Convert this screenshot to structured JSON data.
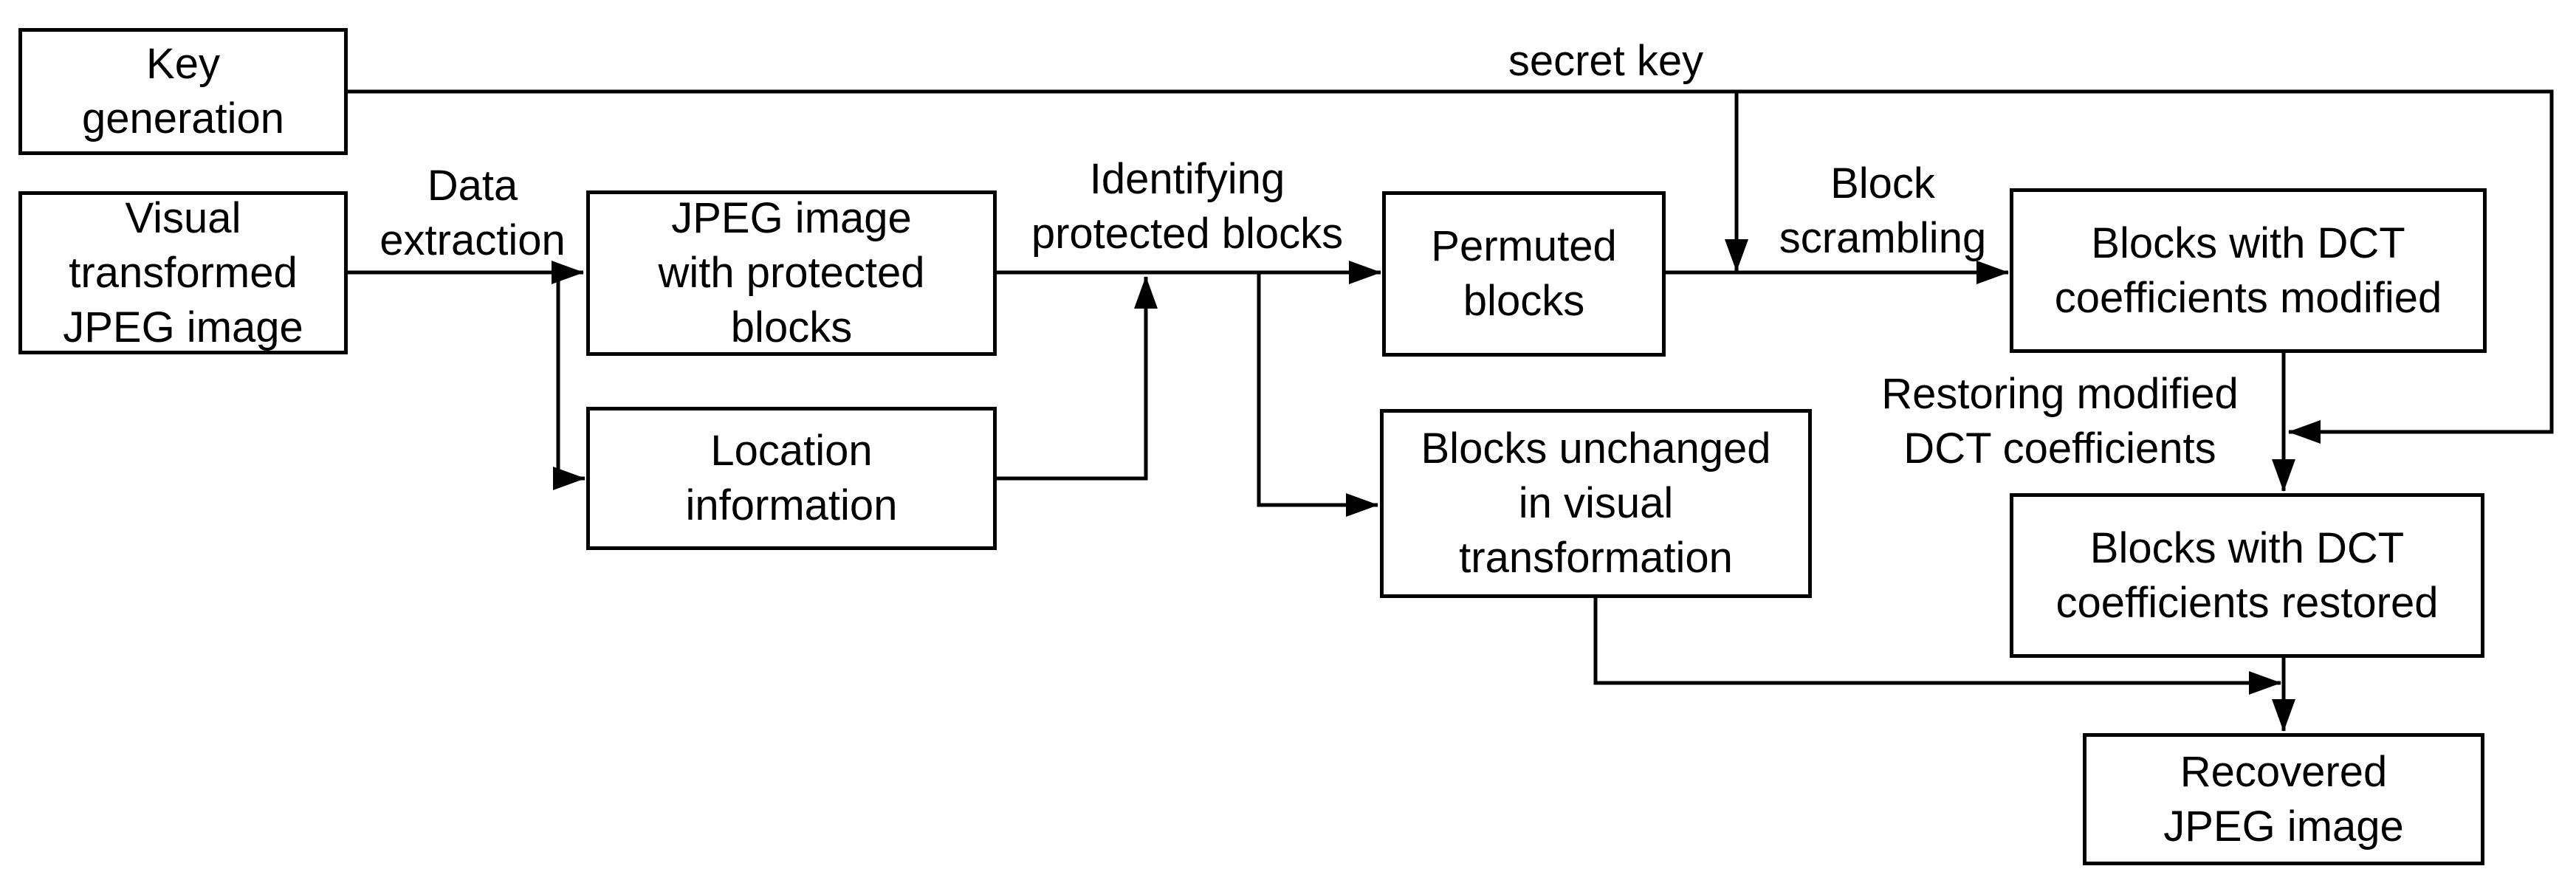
{
  "colors": {
    "background": "#ffffff",
    "stroke": "#000000",
    "text": "#000000"
  },
  "boxes": {
    "key_generation": {
      "lines": [
        "Key",
        "generation"
      ]
    },
    "visual_transformed": {
      "lines": [
        "Visual",
        "transformed",
        "JPEG image"
      ]
    },
    "jpeg_protected": {
      "lines": [
        "JPEG image",
        "with protected",
        "blocks"
      ]
    },
    "location_information": {
      "lines": [
        "Location",
        "information"
      ]
    },
    "permuted_blocks": {
      "lines": [
        "Permuted",
        "blocks"
      ]
    },
    "blocks_unchanged": {
      "lines": [
        "Blocks unchanged",
        "in visual",
        "transformation"
      ]
    },
    "dct_modified": {
      "lines": [
        "Blocks with DCT",
        "coefficients modified"
      ]
    },
    "dct_restored": {
      "lines": [
        "Blocks with DCT",
        "coefficients restored"
      ]
    },
    "recovered_jpeg": {
      "lines": [
        "Recovered",
        "JPEG image"
      ]
    }
  },
  "labels": {
    "secret_key": {
      "lines": [
        "secret key"
      ]
    },
    "data_extraction": {
      "lines": [
        "Data",
        "extraction"
      ]
    },
    "identifying_protected": {
      "lines": [
        "Identifying",
        "protected blocks"
      ]
    },
    "block_scrambling": {
      "lines": [
        "Block",
        "scrambling"
      ]
    },
    "restoring_modified": {
      "lines": [
        "Restoring modified",
        "DCT coefficients"
      ]
    }
  },
  "edges": [
    {
      "from": "key_generation",
      "to": "block_scrambling_step",
      "label": "secret key"
    },
    {
      "from": "key_generation",
      "to": "restoring_step",
      "label": "secret key"
    },
    {
      "from": "visual_transformed",
      "to": "jpeg_protected",
      "label": "Data extraction"
    },
    {
      "from": "visual_transformed",
      "to": "location_information",
      "label": "Data extraction"
    },
    {
      "from": "jpeg_protected",
      "to": "permuted_blocks",
      "label": "Identifying protected blocks"
    },
    {
      "from": "location_information",
      "to": "identifying_protected_flow",
      "label": ""
    },
    {
      "from": "jpeg_protected",
      "to": "blocks_unchanged",
      "label": ""
    },
    {
      "from": "permuted_blocks",
      "to": "dct_modified",
      "label": "Block scrambling"
    },
    {
      "from": "dct_modified",
      "to": "dct_restored",
      "label": "Restoring modified DCT coefficients"
    },
    {
      "from": "dct_restored",
      "to": "recovered_jpeg",
      "label": ""
    },
    {
      "from": "blocks_unchanged",
      "to": "recovered_jpeg",
      "label": ""
    }
  ]
}
